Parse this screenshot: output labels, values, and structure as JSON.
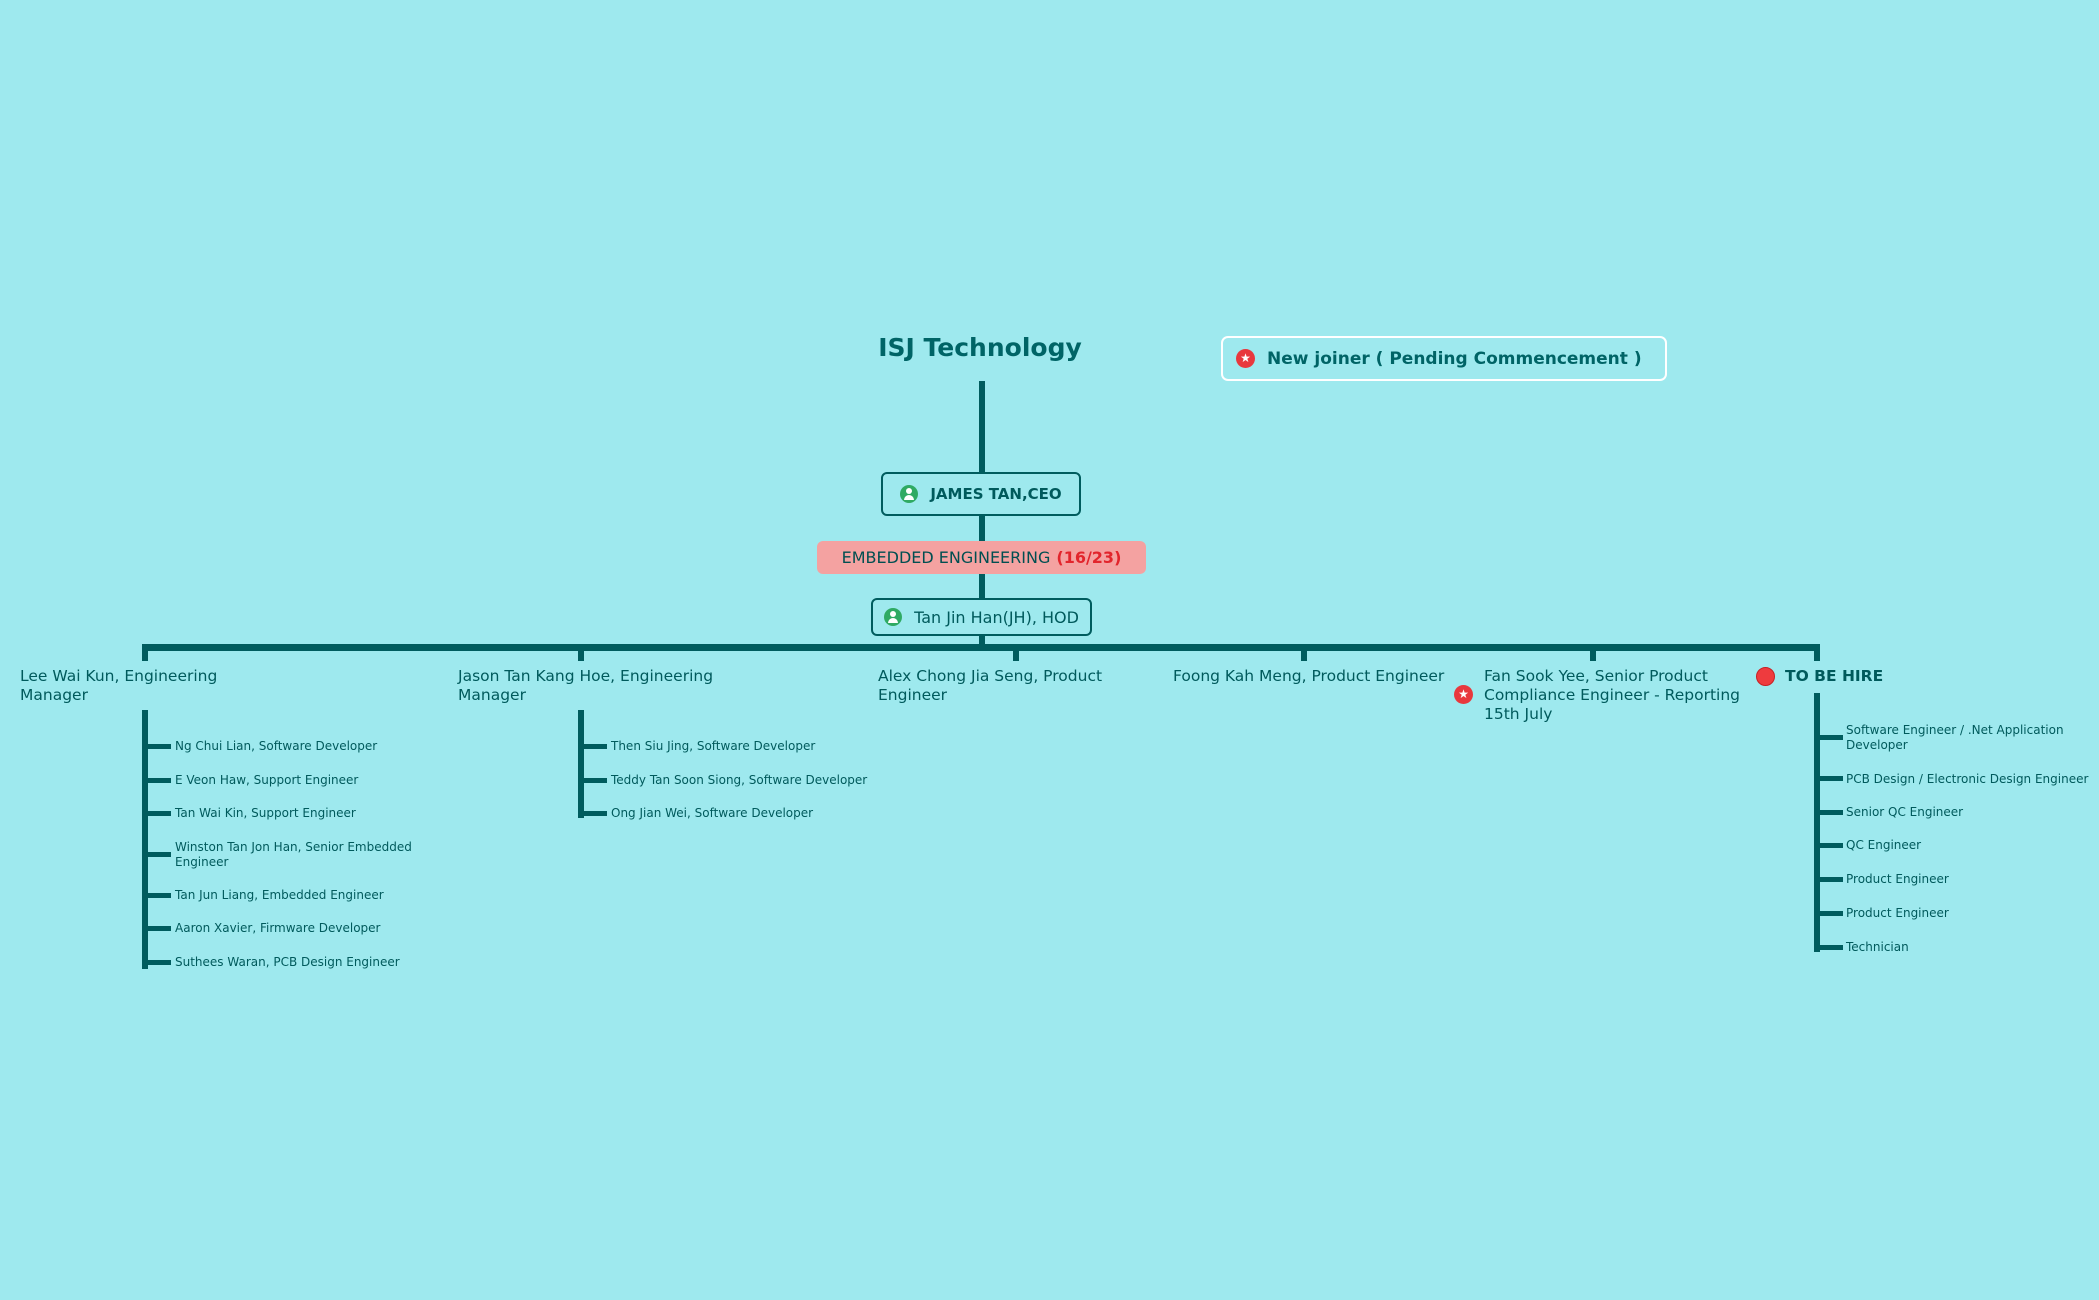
{
  "title": "ISJ Technology",
  "legend": {
    "icon": "star-icon",
    "label": "New joiner ( Pending Commencement )"
  },
  "ceo": {
    "label": "JAMES TAN,CEO",
    "icon": "person-icon"
  },
  "department": {
    "name": "EMBEDDED ENGINEERING",
    "count": "(16/23)"
  },
  "hod": {
    "label": "Tan Jin Han(JH), HOD",
    "icon": "person-icon"
  },
  "branches": [
    {
      "label": "Lee Wai Kun, Engineering Manager",
      "members": [
        "Ng Chui Lian, Software Developer",
        "E Veon Haw, Support Engineer",
        "Tan Wai Kin, Support Engineer",
        "Winston Tan Jon Han, Senior Embedded Engineer",
        "Tan Jun Liang, Embedded Engineer",
        "Aaron Xavier, Firmware Developer",
        "Suthees Waran, PCB Design Engineer"
      ]
    },
    {
      "label": "Jason Tan Kang Hoe, Engineering Manager",
      "members": [
        "Then Siu Jing, Software Developer",
        "Teddy Tan Soon Siong, Software Developer",
        "Ong Jian Wei, Software Developer"
      ]
    },
    {
      "label": "Alex Chong Jia Seng, Product Engineer",
      "members": []
    },
    {
      "label": "Foong Kah Meng, Product Engineer",
      "members": []
    },
    {
      "label": "Fan Sook Yee, Senior Product Compliance Engineer - Reporting 15th July",
      "icon": "star-icon",
      "members": []
    },
    {
      "label": "TO BE HIRE",
      "icon": "red-dot",
      "members": [
        "Software Engineer / .Net Application Developer",
        "PCB Design / Electronic Design Engineer",
        "Senior QC Engineer",
        "QC Engineer",
        "Product Engineer",
        "Product Engineer",
        "Technician"
      ]
    }
  ],
  "colors": {
    "background": "#9ee9ee",
    "connector": "#005c5e",
    "text": "#005a5c",
    "department_fill": "#f4a2a1",
    "highlight_red": "#e2252c"
  }
}
